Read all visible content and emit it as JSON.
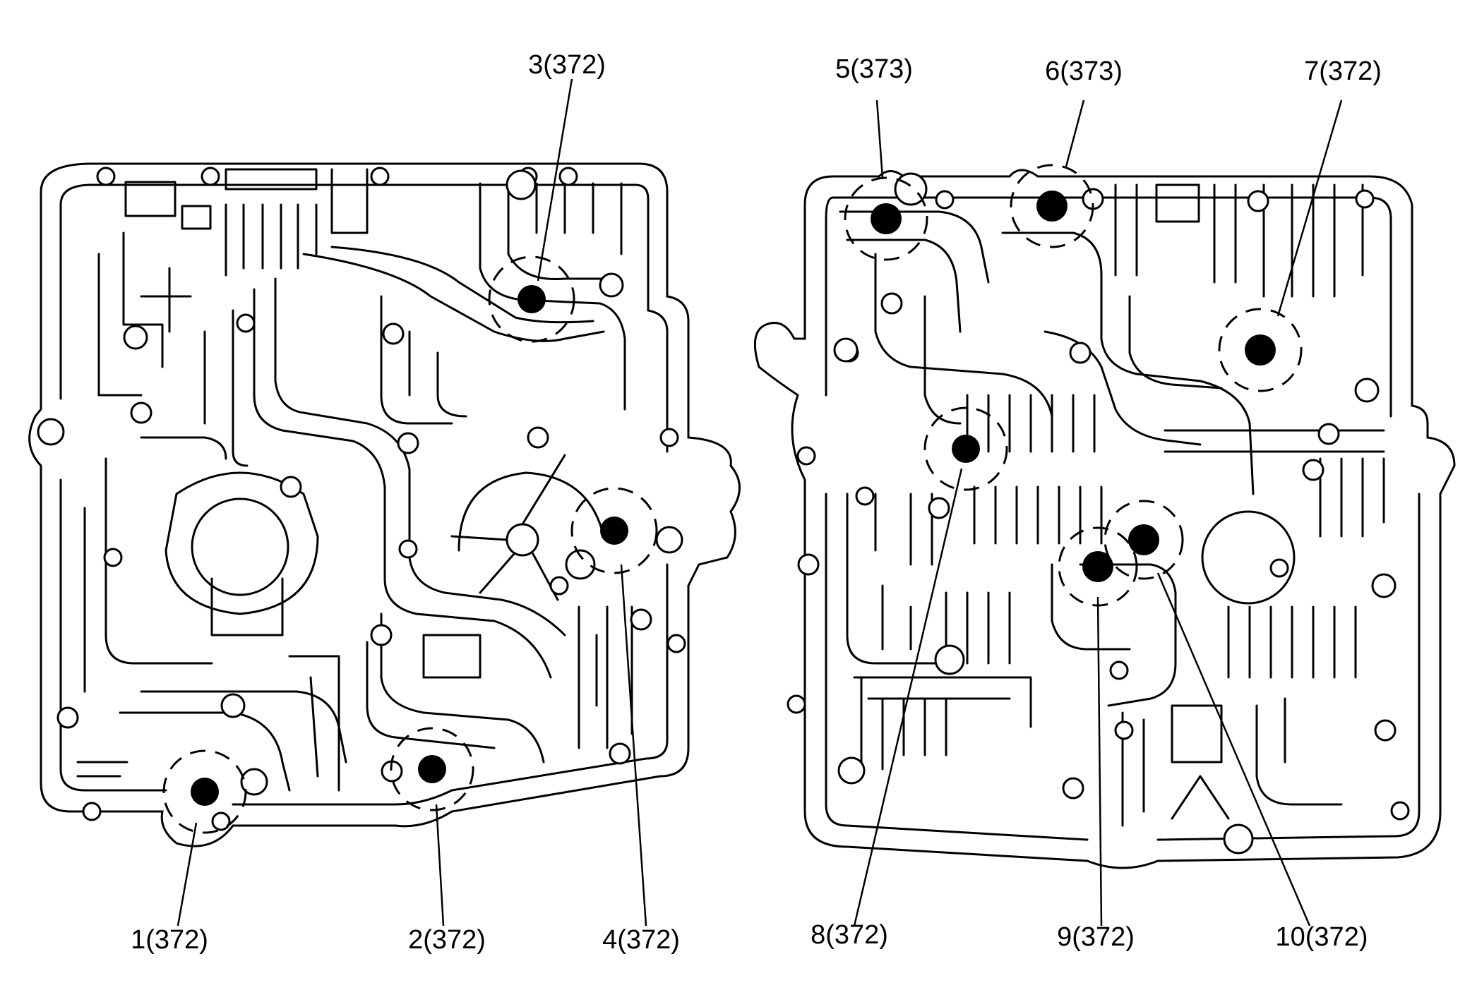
{
  "callouts": [
    {
      "id": 1,
      "text": "1(372)"
    },
    {
      "id": 2,
      "text": "2(372)"
    },
    {
      "id": 3,
      "text": "3(372)"
    },
    {
      "id": 4,
      "text": "4(372)"
    },
    {
      "id": 5,
      "text": "5(373)"
    },
    {
      "id": 6,
      "text": "6(373)"
    },
    {
      "id": 7,
      "text": "7(372)"
    },
    {
      "id": 8,
      "text": "8(372)"
    },
    {
      "id": 9,
      "text": "9(372)"
    },
    {
      "id": 10,
      "text": "10(372)"
    }
  ]
}
